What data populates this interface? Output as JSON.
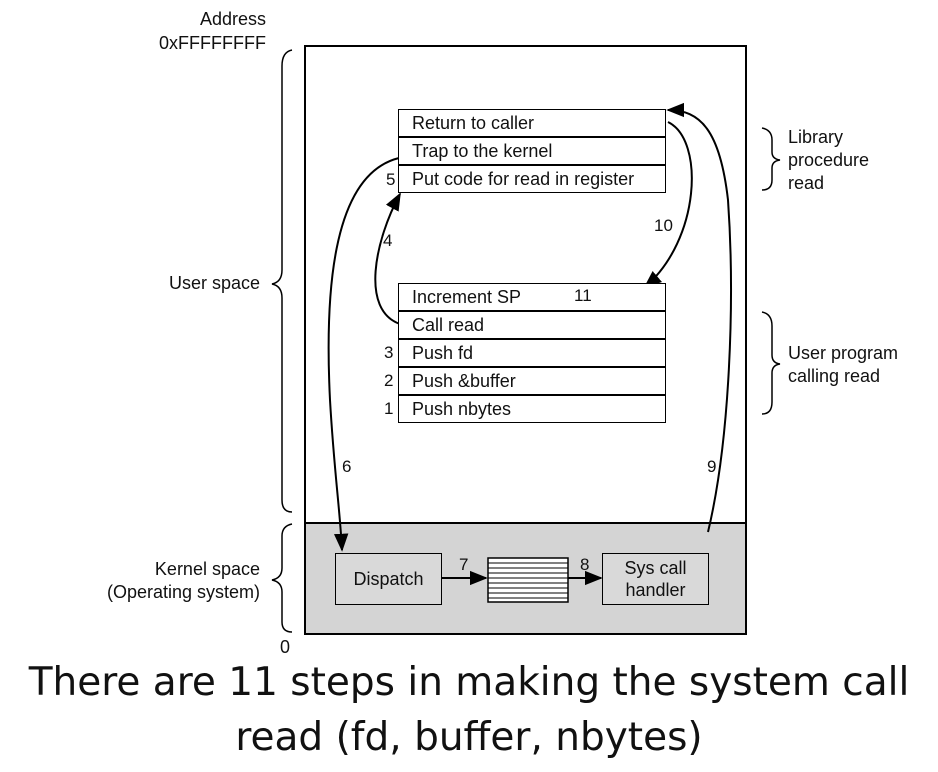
{
  "address_labels": {
    "top_line1": "Address",
    "top_line2": "0xFFFFFFFF",
    "bottom": "0"
  },
  "regions": {
    "user_space": "User space",
    "kernel_space_line1": "Kernel space",
    "kernel_space_line2": "(Operating system)"
  },
  "library_procedure": {
    "label_lines": [
      "Library",
      "procedure",
      "read"
    ],
    "rows": [
      "Return to caller",
      "Trap to the kernel",
      "Put code for read in register"
    ]
  },
  "user_program": {
    "label_lines": [
      "User program",
      "calling read"
    ],
    "rows": [
      "Increment SP",
      "Call read",
      "Push fd",
      "Push &buffer",
      "Push nbytes"
    ]
  },
  "kernel": {
    "dispatch": "Dispatch",
    "syscall_handler_line1": "Sys call",
    "syscall_handler_line2": "handler"
  },
  "steps": {
    "s1": "1",
    "s2": "2",
    "s3": "3",
    "s4": "4",
    "s5": "5",
    "s6": "6",
    "s7": "7",
    "s8": "8",
    "s9": "9",
    "s10": "10",
    "s11": "11"
  },
  "colors": {
    "kernel_region": "#d4d4d4",
    "lines": "#000000"
  },
  "caption": {
    "line1": "There are 11 steps in making the system call",
    "line2": "read (fd, buffer, nbytes)"
  }
}
